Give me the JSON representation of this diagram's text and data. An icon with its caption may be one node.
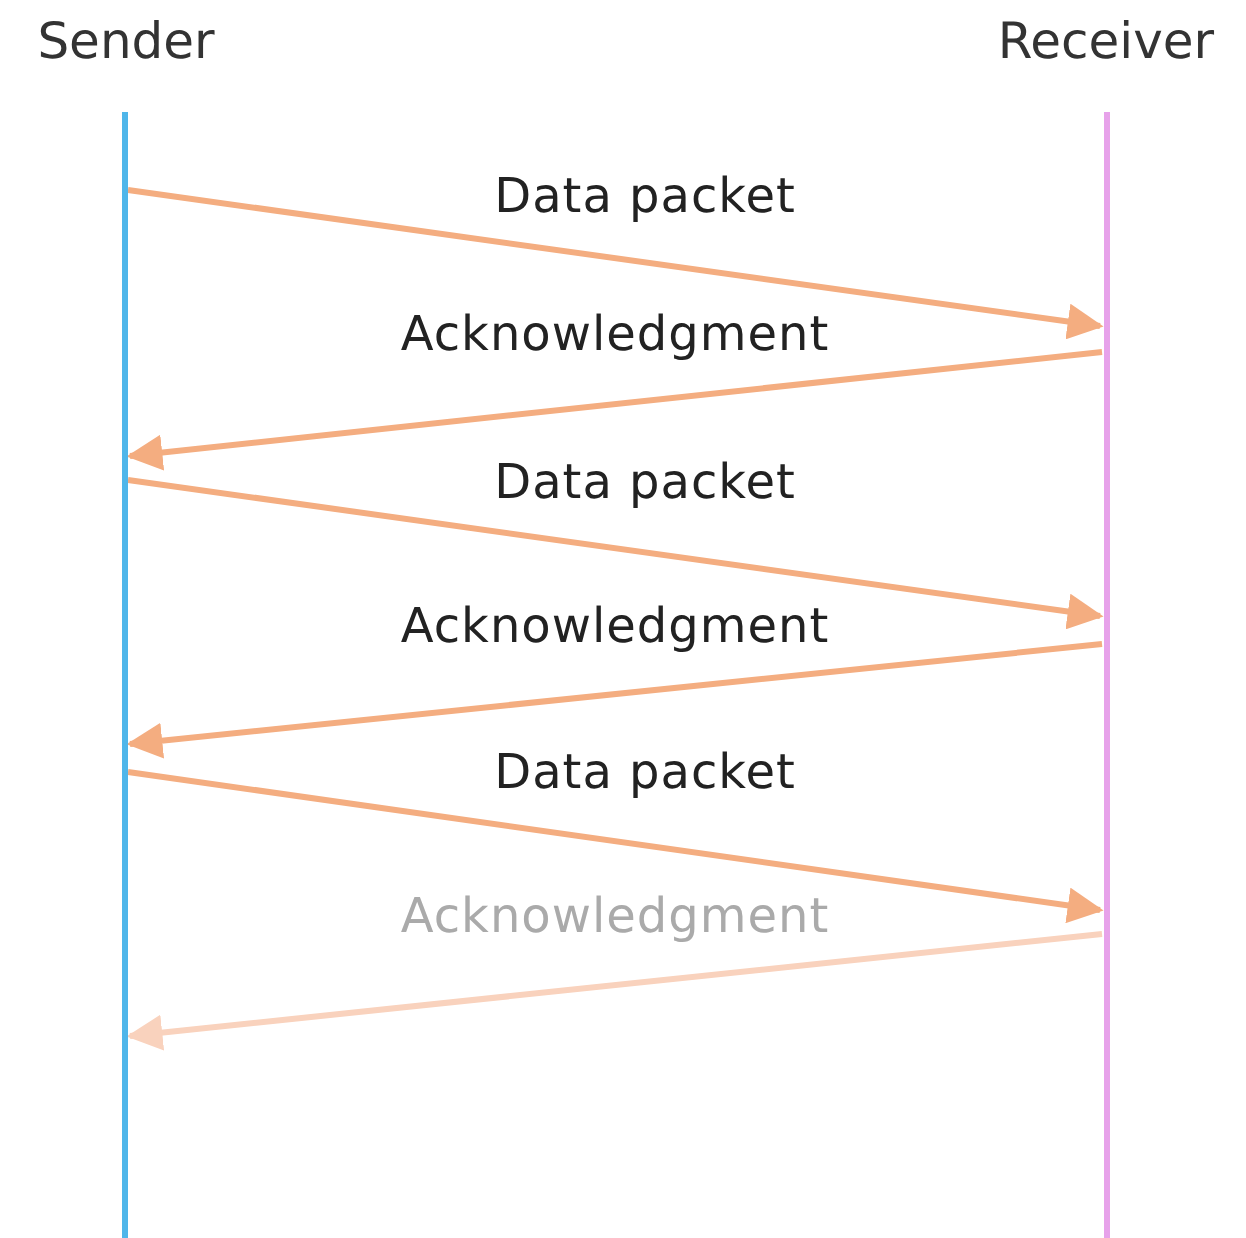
{
  "diagram": {
    "nodes": [
      {
        "text": [
          "Sender"
        ]
      },
      {
        "text": [
          "Receiver"
        ]
      }
    ],
    "edges": [
      {
        "from": 0,
        "to": 1,
        "arrow": "to",
        "label": "Data packet"
      },
      {
        "from": 1,
        "to": 0,
        "arrow": "to",
        "label": "Acknowledgment"
      },
      {
        "from": 0,
        "to": 1,
        "arrow": "to",
        "label": "Data packet"
      },
      {
        "from": 1,
        "to": 0,
        "arrow": "to",
        "label": "Acknowledgment"
      },
      {
        "from": 0,
        "to": 1,
        "arrow": "to",
        "label": "Data packet"
      },
      {
        "from": 1,
        "to": 0,
        "arrow": "to",
        "label": "Acknowledgment",
        "color": "#f9d2bd"
      }
    ]
  }
}
